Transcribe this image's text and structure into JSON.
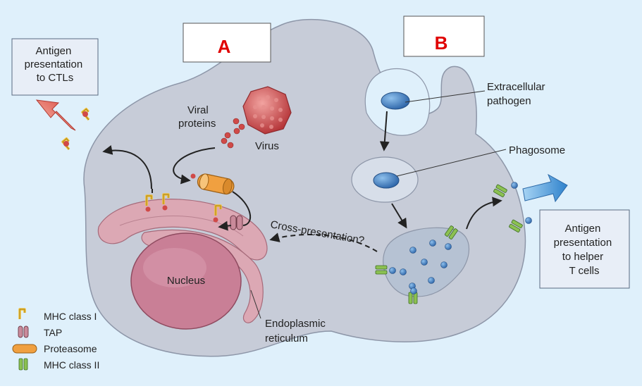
{
  "panel_labels": {
    "a": "A",
    "b": "B"
  },
  "boxes": {
    "ctl": [
      "Antigen",
      "presentation",
      "to CTLs"
    ],
    "helper": [
      "Antigen",
      "presentation",
      "to helper",
      "T cells"
    ]
  },
  "labels": {
    "viral_proteins": [
      "Viral",
      "proteins"
    ],
    "virus": "Virus",
    "extracellular": [
      "Extracellular",
      "pathogen"
    ],
    "phagosome": "Phagosome",
    "cross": "Cross-presentation?",
    "nucleus": "Nucleus",
    "er": [
      "Endoplasmic",
      "reticulum"
    ]
  },
  "legend": [
    {
      "icon": "mhc-class-i",
      "label": "MHC class I"
    },
    {
      "icon": "tap",
      "label": "TAP"
    },
    {
      "icon": "proteasome",
      "label": "Proteasome"
    },
    {
      "icon": "mhc-class-ii",
      "label": "MHC class II"
    }
  ],
  "colors": {
    "background": "#dff0fb",
    "cell": "#c7ccd8",
    "nucleus": "#c97f96",
    "er": "#dca8b4",
    "virus": "#d25a5a",
    "pathogen": "#3e7ec7",
    "panel_label": "#e00000",
    "mhc_i": "#f2c23a",
    "mhc_ii": "#8cc152",
    "proteasome": "#f0a040",
    "arrow_red": "#e0483e",
    "arrow_blue": "#3f8fd3"
  }
}
